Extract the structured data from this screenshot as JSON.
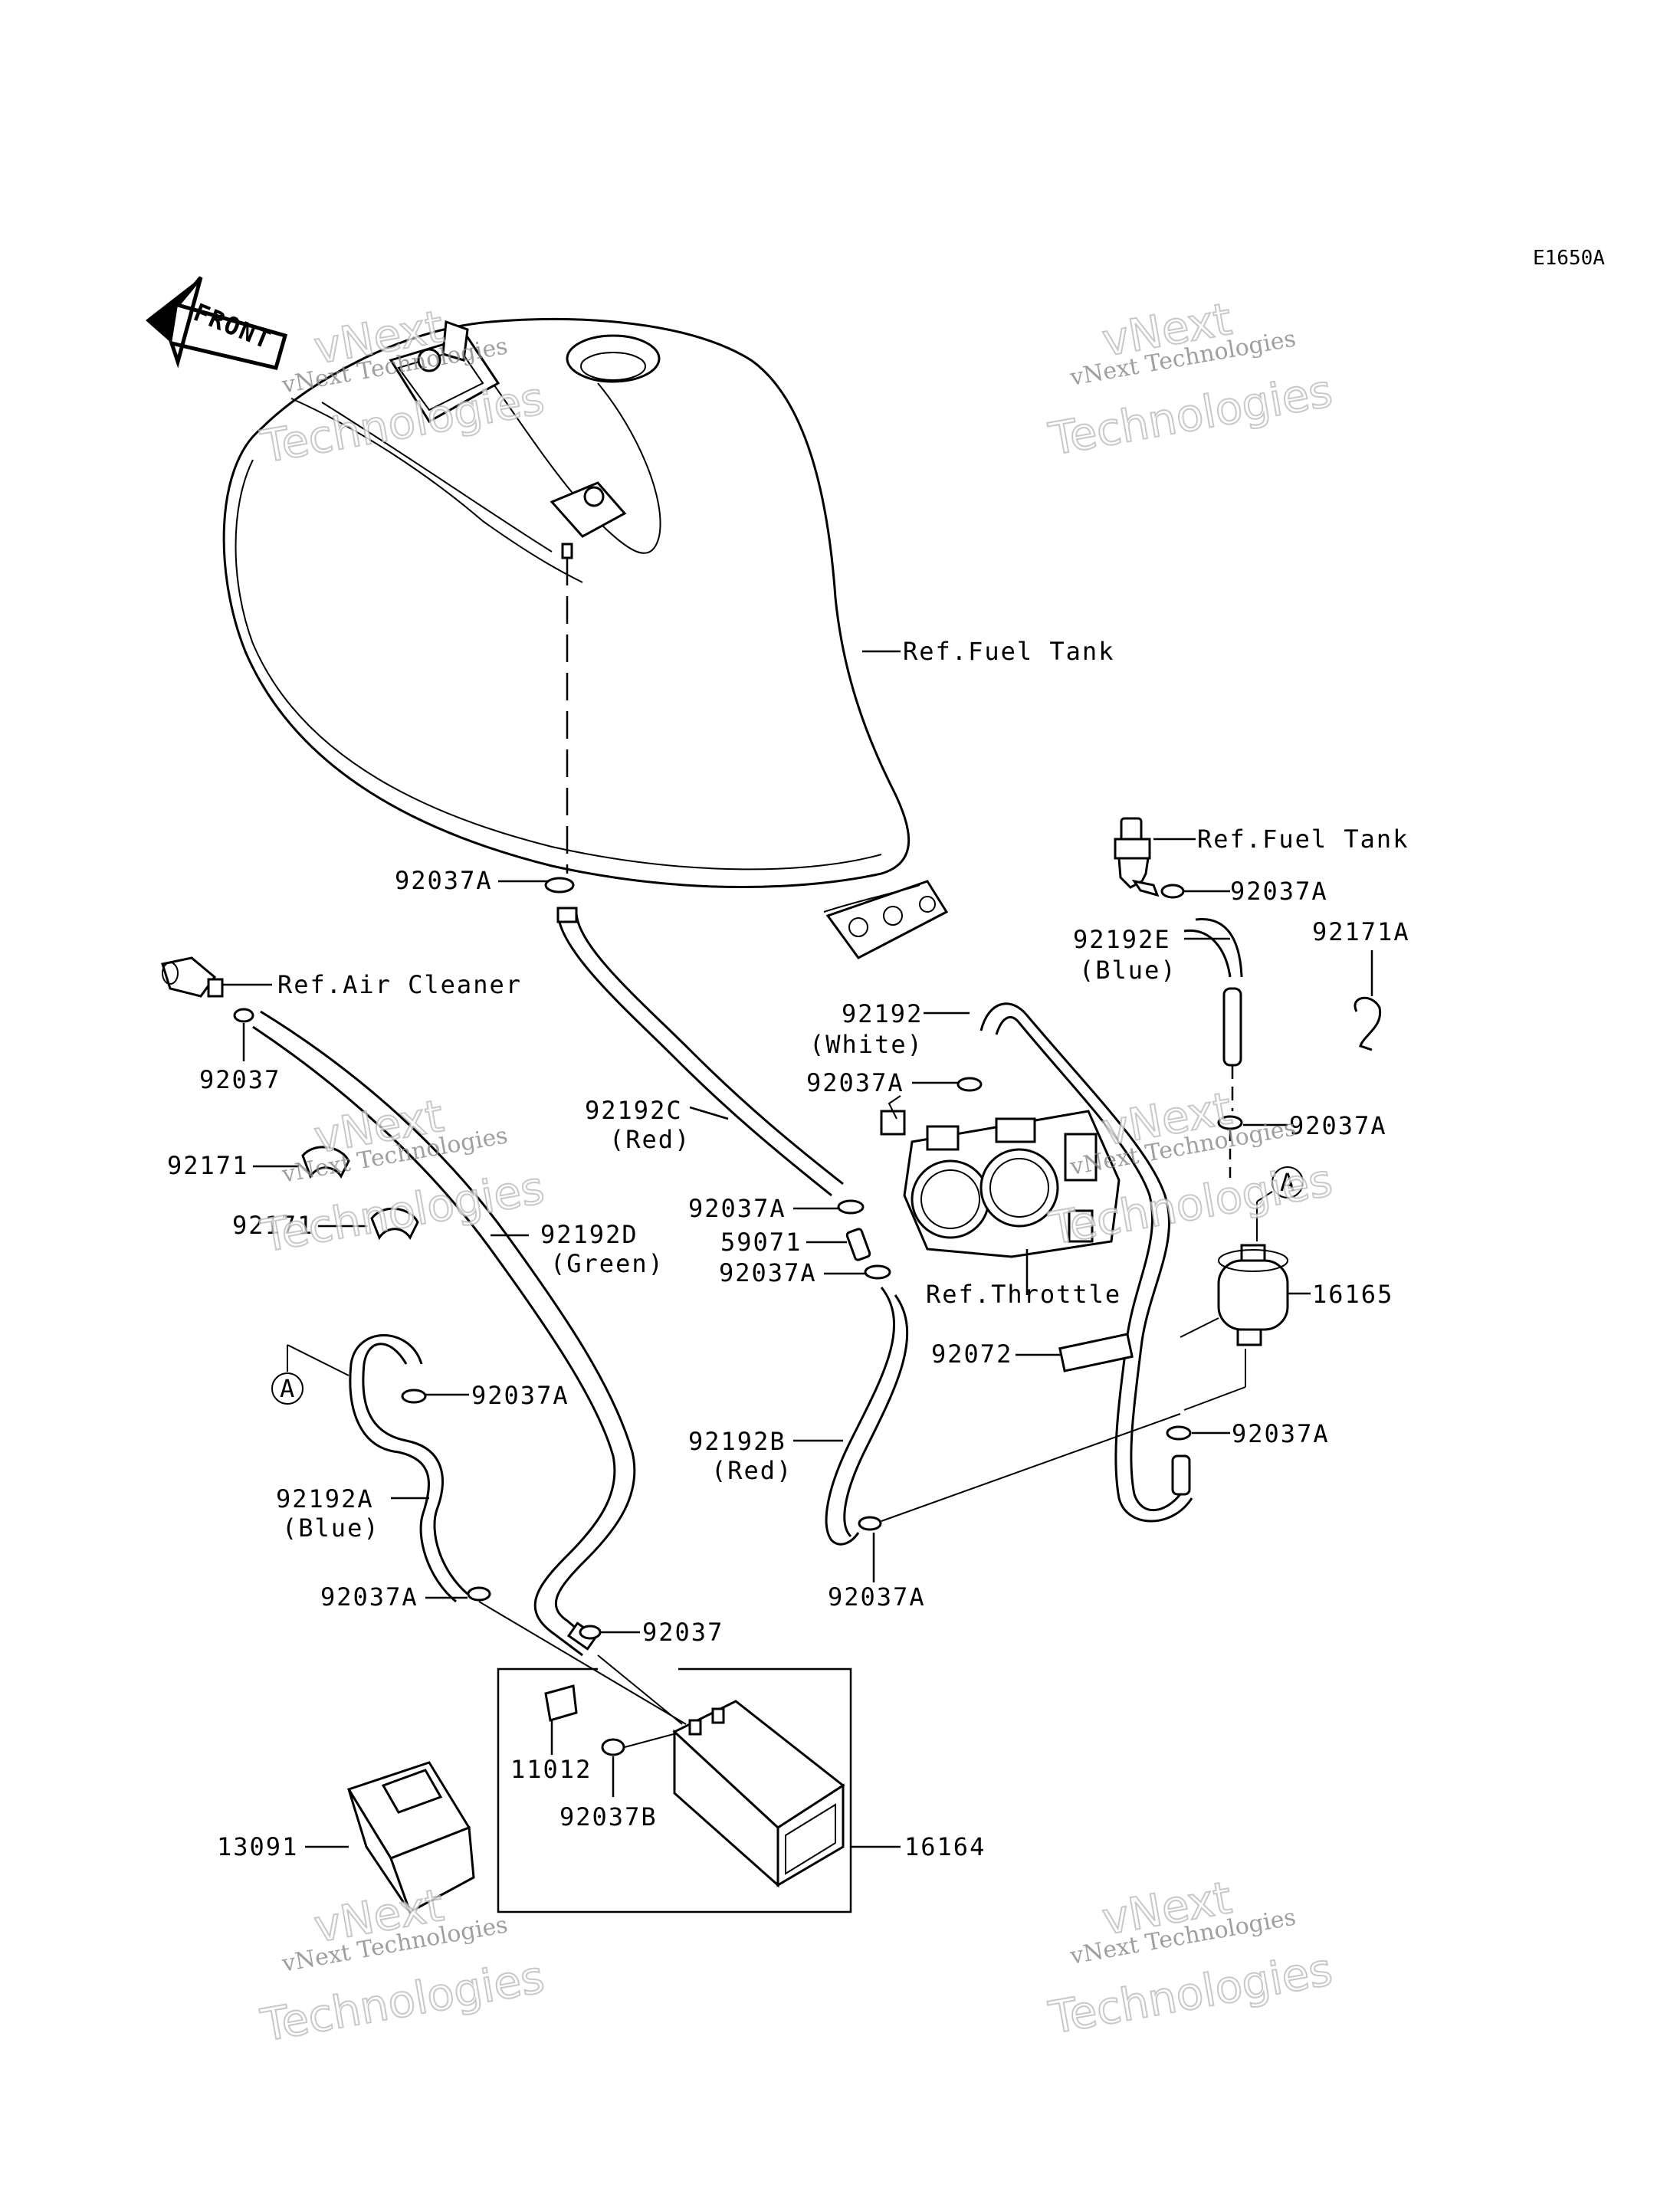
{
  "diagram_code": "E1650A",
  "front_label": "FRONT",
  "watermark": {
    "line1": "vNext",
    "line2": "vNext Technologies",
    "line3": "Technologies"
  },
  "labels": {
    "ref_fuel_tank_main": "Ref.Fuel Tank",
    "ref_fuel_tank_right": "Ref.Fuel Tank",
    "ref_air_cleaner": "Ref.Air Cleaner",
    "ref_throttle": "Ref.Throttle",
    "p92037A_1": "92037A",
    "p92037A_2": "92037A",
    "p92037A_3": "92037A",
    "p92037A_4": "92037A",
    "p92037A_5": "92037A",
    "p92037A_6": "92037A",
    "p92037A_7": "92037A",
    "p92037A_8": "92037A",
    "p92037A_9": "92037A",
    "p92037A_10": "92037A",
    "p92037_1": "92037",
    "p92037_2": "92037",
    "p92037B": "92037B",
    "p92192E": "92192E",
    "p92192E_color": "(Blue)",
    "p92171A": "92171A",
    "p92192": "92192",
    "p92192_color": "(White)",
    "p92192C": "92192C",
    "p92192C_color": "(Red)",
    "p59071": "59071",
    "p92171_1": "92171",
    "p92171_2": "92171",
    "p92192D": "92192D",
    "p92192D_color": "(Green)",
    "p16165": "16165",
    "p92072": "92072",
    "p92192B": "92192B",
    "p92192B_color": "(Red)",
    "p92192A": "92192A",
    "p92192A_color": "(Blue)",
    "p11012": "11012",
    "p13091": "13091",
    "p16164": "16164",
    "marker_A1": "A",
    "marker_A2": "A"
  }
}
